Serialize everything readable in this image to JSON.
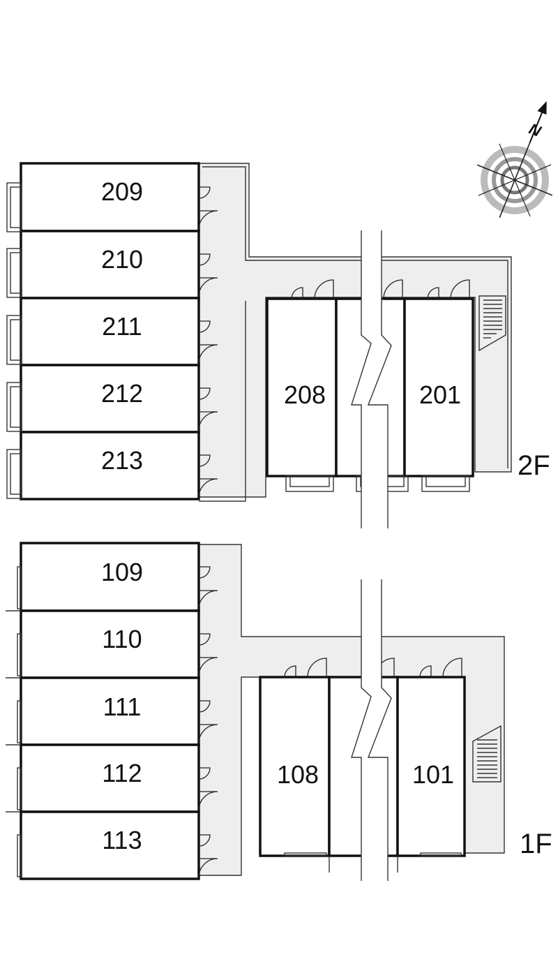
{
  "floors": [
    {
      "id": "2F",
      "label": "2F",
      "west_units": [
        "209",
        "210",
        "211",
        "212",
        "213"
      ],
      "east_units": [
        "208",
        "201"
      ]
    },
    {
      "id": "1F",
      "label": "1F",
      "west_units": [
        "109",
        "110",
        "111",
        "112",
        "113"
      ],
      "east_units": [
        "108",
        "101"
      ]
    }
  ],
  "compass": {
    "label": "N",
    "icon": "compass-rose-icon"
  },
  "colors": {
    "corridor": "#eeeeee",
    "walls": "#111111",
    "background": "#ffffff"
  }
}
